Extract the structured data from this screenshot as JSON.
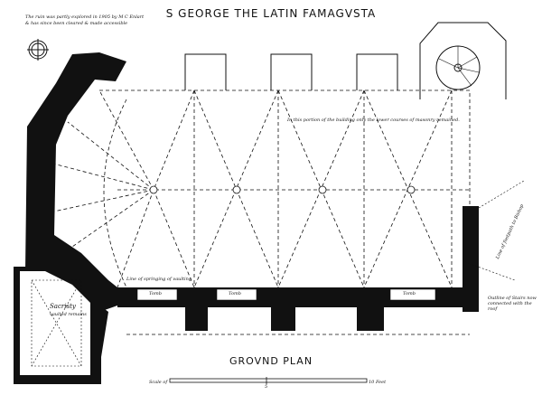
{
  "title": "S GEORGE THE LATIN FAMAGVSTA",
  "note": {
    "line1": "The ruin was partly explored in 1905 by M C Enlart",
    "line2": "& has since been cleared & made accessible"
  },
  "masonry_note": "In this portion of the building only the lower courses of masonry remained.",
  "labels": {
    "tombs": [
      "Tomb",
      "Tomb",
      "Tomb"
    ],
    "sacristy": "Sacristy",
    "sacristy_sub": "vaulted remains",
    "stairs": "Outline of Stairs now connected with the roof",
    "footpath": "Line of footpath to Bishop",
    "springing": "Line of springing of vaulting"
  },
  "footer": {
    "heading": "GROVND PLAN",
    "scale_left": "Scale of",
    "scale_mid": "5",
    "scale_right": "10 Feet"
  },
  "colors": {
    "ink": "#111111",
    "paper": "#ffffff"
  }
}
